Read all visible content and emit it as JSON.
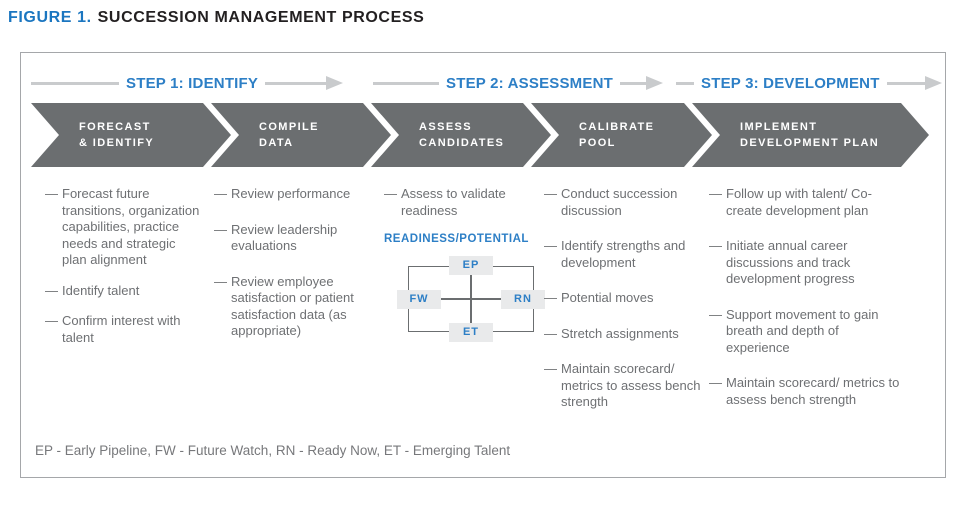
{
  "figure": {
    "label": "FIGURE 1.",
    "title": "SUCCESSION MANAGEMENT PROCESS"
  },
  "steps": [
    {
      "label": "STEP 1: IDENTIFY"
    },
    {
      "label": "STEP 2: ASSESSMENT"
    },
    {
      "label": "STEP 3: DEVELOPMENT"
    }
  ],
  "stages": [
    {
      "title_line1": "FORECAST",
      "title_line2": "& IDENTIFY",
      "items": [
        "Forecast future transitions, organization capabilities, practice needs and strategic plan alignment",
        "Identify talent",
        "Confirm interest with talent"
      ]
    },
    {
      "title_line1": "COMPILE",
      "title_line2": "DATA",
      "items": [
        "Review performance",
        "Review leadership evaluations",
        "Review employee satisfaction or patient satisfaction data (as appropriate)"
      ]
    },
    {
      "title_line1": "ASSESS",
      "title_line2": "CANDIDATES",
      "items": [
        "Assess to validate readiness"
      ]
    },
    {
      "title_line1": "CALIBRATE",
      "title_line2": "POOL",
      "items": [
        "Conduct succession discussion",
        "Identify strengths and development",
        "Potential moves",
        "Stretch assignments",
        "Maintain scorecard/ metrics to assess bench strength"
      ]
    },
    {
      "title_line1": "IMPLEMENT",
      "title_line2": "DEVELOPMENT PLAN",
      "items": [
        "Follow up with talent/ Co-create development plan",
        "Initiate annual career discussions and track development progress",
        "Support movement to gain breath and depth of experience",
        "Maintain scorecard/ metrics to assess bench strength"
      ]
    }
  ],
  "matrix": {
    "title": "READINESS/POTENTIAL",
    "top": "EP",
    "left": "FW",
    "right": "RN",
    "bottom": "ET"
  },
  "legend": "EP - Early Pipeline, FW - Future Watch, RN - Ready Now, ET - Emerging Talent",
  "colors": {
    "blue": "#1b76c0",
    "step_blue": "#2d7fc6",
    "chevron_gray": "#6b6e70",
    "text_gray": "#6e7073",
    "arrow_gray": "#c9cbcd",
    "border_gray": "#a5a7aa",
    "chip_bg": "#e9eaeb",
    "title_dark": "#232021"
  }
}
